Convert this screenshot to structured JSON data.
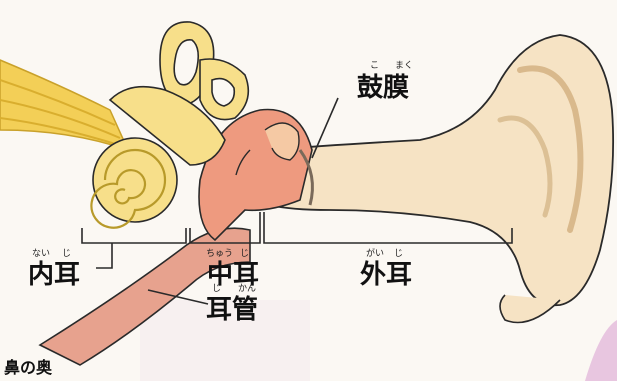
{
  "labels": {
    "eardrum": {
      "text": "鼓膜",
      "ruby_1": "こ",
      "ruby_2": "まく"
    },
    "inner_ear": {
      "text": "内耳",
      "ruby_1": "ない",
      "ruby_2": "じ"
    },
    "middle_ear": {
      "text": "中耳",
      "ruby_1": "ちゅう",
      "ruby_2": "じ"
    },
    "outer_ear": {
      "text": "外耳",
      "ruby_1": "がい",
      "ruby_2": "じ"
    },
    "ear_tube": {
      "text": "耳管",
      "ruby_1": "じ",
      "ruby_2": "かん"
    },
    "nasal_back": {
      "text": "鼻の奥"
    }
  },
  "colors": {
    "skin": "#f6e3c4",
    "skin_outline": "#2a2a2a",
    "cochlea": "#f7df8a",
    "nerve": "#f0c43a",
    "middle_ear": "#ee9a7f",
    "ear_tube": "#e7a28e"
  }
}
